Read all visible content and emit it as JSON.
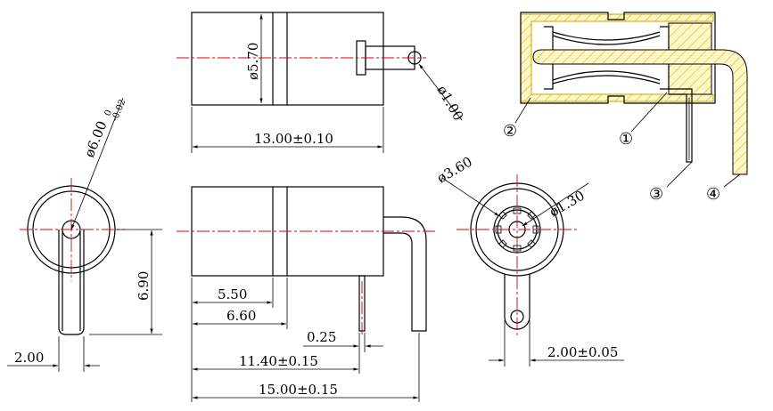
{
  "dims": {
    "dia_body": "ø5.70",
    "dia_pin": "ø1.00",
    "len_body": "13.00±0.10",
    "dia_shell": "ø6.00",
    "dia_shell_tol_upper": "0",
    "dia_shell_tol_lower": "-0.02",
    "height": "6.90",
    "width_tab": "2.00",
    "d_550": "5.50",
    "d_660": "6.60",
    "d_025": "0.25",
    "d_1140": "11.40±0.15",
    "d_1500": "15.00±0.15",
    "dia_360": "ø3.60",
    "dia_130": "ø1.30",
    "width_tab2": "2.00±0.05"
  },
  "callouts": [
    "①",
    "②",
    "③",
    "④"
  ],
  "colors": {
    "centerline": "#e00000",
    "hatch": "#fbf3b8",
    "hatch_stroke": "#c8a800",
    "leader": "#000000"
  }
}
